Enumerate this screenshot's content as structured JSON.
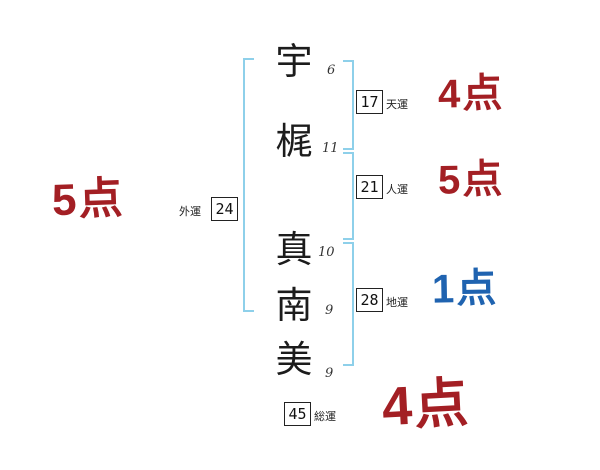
{
  "name": {
    "chars": [
      {
        "char": "宇",
        "strokes": "6"
      },
      {
        "char": "梶",
        "strokes": "11"
      },
      {
        "char": "真",
        "strokes": "10"
      },
      {
        "char": "南",
        "strokes": "9"
      },
      {
        "char": "美",
        "strokes": "9"
      }
    ]
  },
  "fortunes": {
    "heaven": {
      "label": "天運",
      "value": "17",
      "score": "4点"
    },
    "person": {
      "label": "人運",
      "value": "21",
      "score": "5点"
    },
    "earth": {
      "label": "地運",
      "value": "28",
      "score": "1点"
    },
    "outer": {
      "label": "外運",
      "value": "24",
      "score": "5点"
    },
    "total": {
      "label": "総運",
      "value": "45",
      "score": "4点"
    }
  },
  "colors": {
    "score_red": "#a31f24",
    "score_blue": "#1f63b0",
    "bracket_blue": "#8ed0ea"
  }
}
